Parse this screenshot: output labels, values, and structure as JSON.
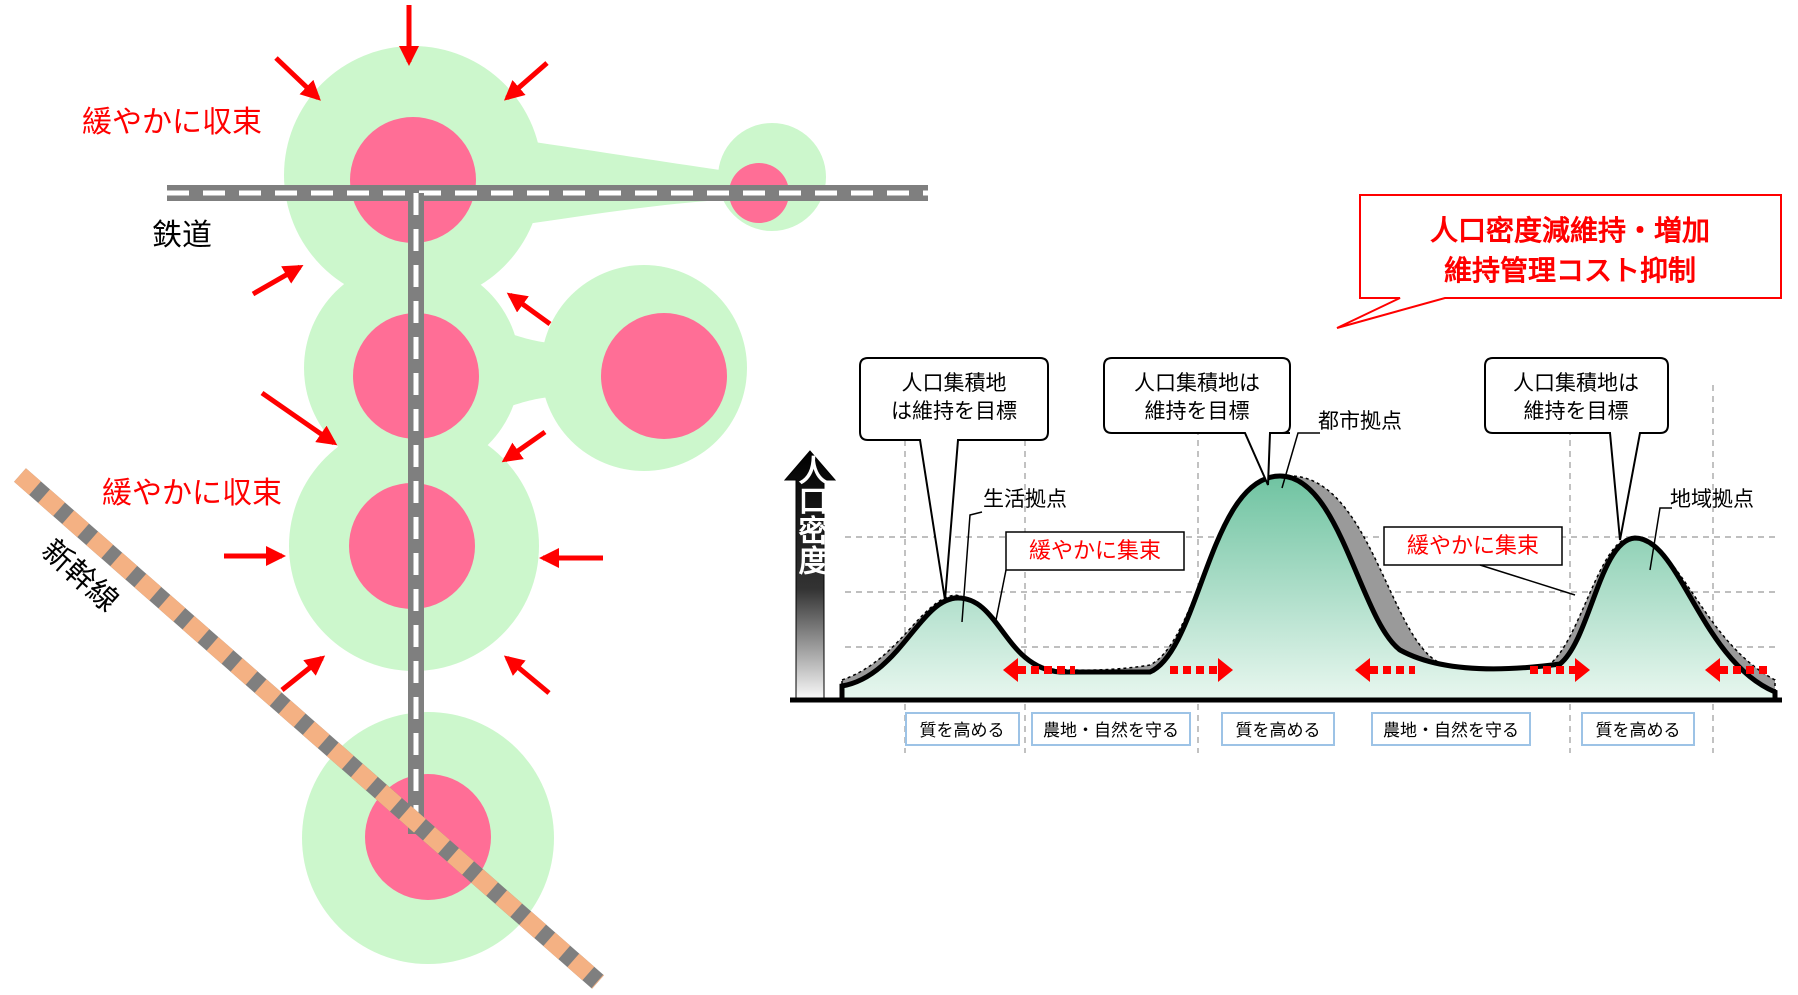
{
  "left_map": {
    "label_top": "緩やかに収束",
    "label_mid": "緩やかに収束",
    "railway_label": "鉄道",
    "shinkansen_label": "新幹線"
  },
  "right_graph": {
    "callout_line1": "人口密度減維持・増加",
    "callout_line2": "維持管理コスト抑制",
    "y_axis_label": "人口密度",
    "bubble_left_line1": "人口集積地",
    "bubble_left_line2": "は維持を目標",
    "bubble_center_line1": "人口集積地は",
    "bubble_center_line2": "維持を目標",
    "bubble_right_line1": "人口集積地は",
    "bubble_right_line2": "維持を目標",
    "peak_life": "生活拠点",
    "peak_city": "都市拠点",
    "peak_region": "地域拠点",
    "converge_left": "緩やかに集束",
    "converge_right": "緩やかに集束",
    "zones": [
      "質を高める",
      "農地・自然を守る",
      "質を高める",
      "農地・自然を守る",
      "質を高める"
    ]
  },
  "colors": {
    "accent_red": "#ff0000",
    "halo_green": "#ccf7cc",
    "core_pink": "#ff6e96",
    "rail_gray": "#7f7f7f",
    "shinkansen_orange": "#f4b183",
    "mound_teal": "#7fc8a9",
    "zone_blue": "#9dc3e6"
  }
}
